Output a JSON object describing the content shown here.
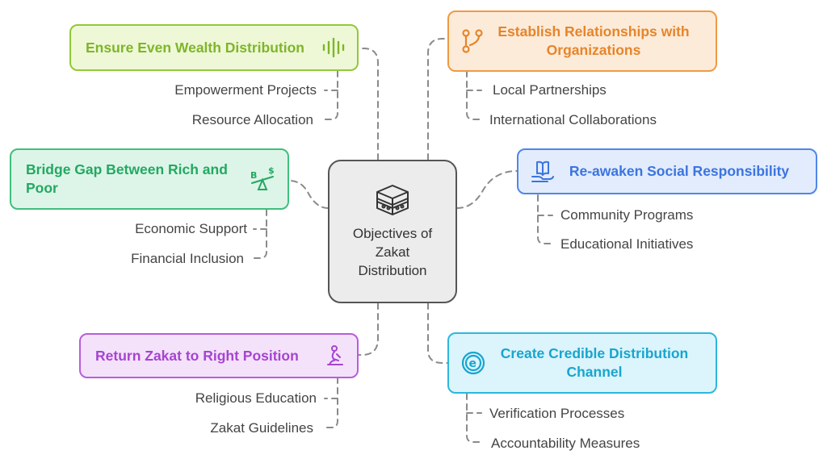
{
  "center": {
    "title": "Objectives of Zakat Distribution",
    "icon": "kaaba-icon"
  },
  "branches": [
    {
      "id": "wealth",
      "title": "Ensure Even Wealth Distribution",
      "icon": "audio-wave-icon",
      "color": "#93c83a",
      "items": [
        "Empowerment Projects",
        "Resource Allocation"
      ]
    },
    {
      "id": "gap",
      "title": "Bridge Gap Between Rich and Poor",
      "icon": "balance-scale-icon",
      "color": "#3fbf7d",
      "items": [
        "Economic Support",
        "Financial Inclusion"
      ]
    },
    {
      "id": "return",
      "title": "Return Zakat to Right Position",
      "icon": "praying-person-icon",
      "color": "#b65ed9",
      "items": [
        "Religious Education",
        "Zakat Guidelines"
      ]
    },
    {
      "id": "relationships",
      "title": "Establish Relationships with Organizations",
      "icon": "git-branch-icon",
      "color": "#ef9a44",
      "items": [
        "Local Partnerships",
        "International Collaborations"
      ]
    },
    {
      "id": "social",
      "title": "Re-awaken Social Responsibility",
      "icon": "book-hand-icon",
      "color": "#4f86ea",
      "items": [
        "Community Programs",
        "Educational Initiatives"
      ]
    },
    {
      "id": "channel",
      "title": "Create Credible Distribution Channel",
      "icon": "euro-coin-icon",
      "color": "#2db7dd",
      "items": [
        "Verification Processes",
        "Accountability Measures"
      ]
    }
  ]
}
